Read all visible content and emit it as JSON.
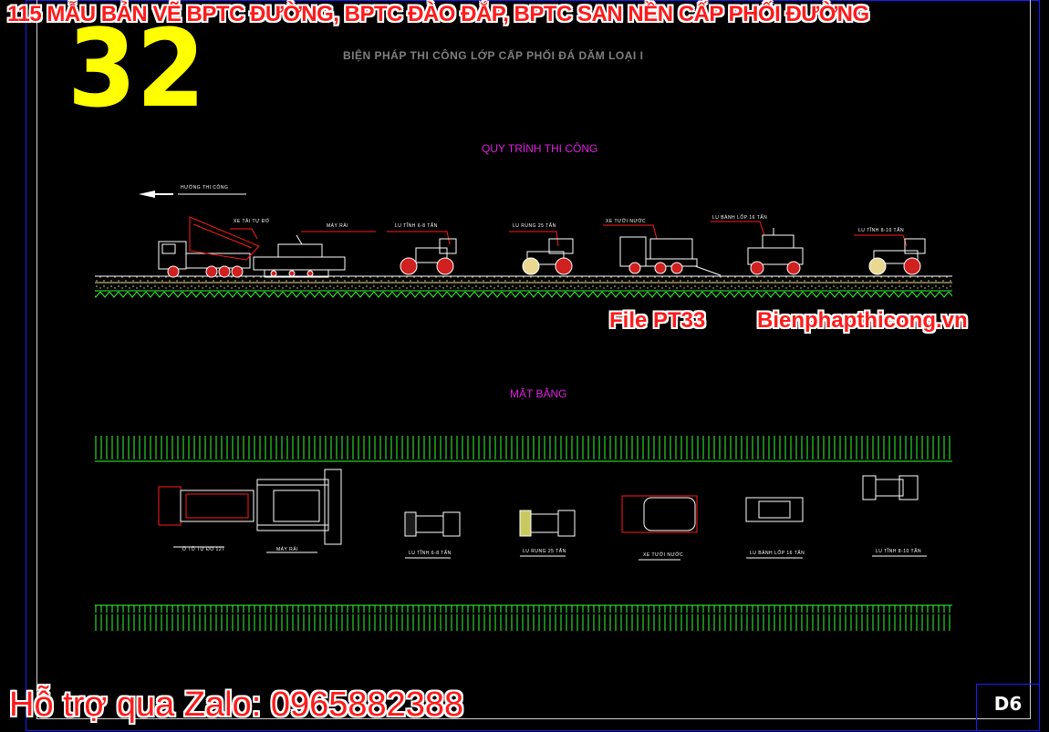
{
  "banner": "115 MẪU BẢN VẼ BPTC ĐƯỜNG, BPTC ĐÀO ĐẮP, BPTC SAN NỀN CẤP PHỐI ĐƯỜNG",
  "big_number": "32",
  "drawing_title": "BIỆN PHÁP THI CÔNG LỚP CẤP PHỐI ĐÁ DĂM LOẠI I",
  "section_process": "QUY TRÌNH THI CÔNG",
  "section_plan": "MẶT BẰNG",
  "direction_label": "HƯỚNG THI CÔNG",
  "file_label": "File PT33",
  "site_label": "Bienphapthicong.vn",
  "support_label": "Hỗ trợ qua Zalo: 0965882388",
  "sheet_code": "D6",
  "elevation_labels": [
    "XE TẢI TỰ ĐỔ",
    "MÁY RẢI",
    "LU TĨNH 6-8 TẤN",
    "LU RUNG 25 TẤN",
    "XE TƯỚI NƯỚC",
    "LU BÁNH LỐP 16 TẤN",
    "LU TĨNH 8-10 TẤN"
  ],
  "plan_labels": [
    "Ô TÔ TỰ ĐỔ 12T",
    "MÁY RẢI",
    "LU TĨNH 6-8 TẤN",
    "LU RUNG 25 TẤN",
    "XE TƯỚI NƯỚC",
    "LU BÁNH LỐP 16 TẤN",
    "LU TĨNH 8-10 TẤN"
  ],
  "colors": {
    "accent_red": "#ff1a1a",
    "section_magenta": "#e21ee2",
    "grass_green": "#33ff33",
    "number_yellow": "#ffff00",
    "frame_blue": "#1a1aff"
  }
}
